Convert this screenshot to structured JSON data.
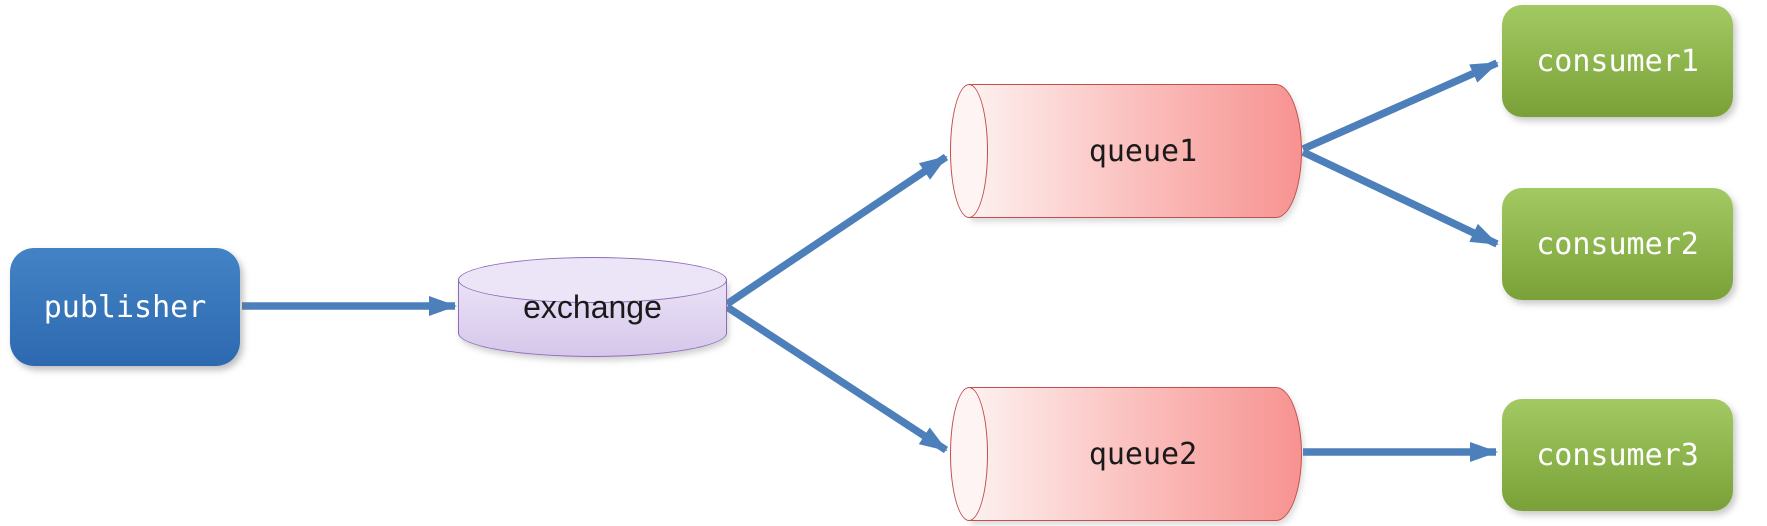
{
  "diagram": {
    "nodes": {
      "publisher": {
        "label": "publisher",
        "shape": "rounded-rect"
      },
      "exchange": {
        "label": "exchange",
        "shape": "cylinder-vertical"
      },
      "queue1": {
        "label": "queue1",
        "shape": "cylinder-horizontal"
      },
      "queue2": {
        "label": "queue2",
        "shape": "cylinder-horizontal"
      },
      "consumer1": {
        "label": "consumer1",
        "shape": "rounded-rect"
      },
      "consumer2": {
        "label": "consumer2",
        "shape": "rounded-rect"
      },
      "consumer3": {
        "label": "consumer3",
        "shape": "rounded-rect"
      }
    },
    "edges": [
      {
        "from": "publisher",
        "to": "exchange"
      },
      {
        "from": "exchange",
        "to": "queue1"
      },
      {
        "from": "exchange",
        "to": "queue2"
      },
      {
        "from": "queue1",
        "to": "consumer1"
      },
      {
        "from": "queue1",
        "to": "consumer2"
      },
      {
        "from": "queue2",
        "to": "consumer3"
      }
    ],
    "colors": {
      "arrow": "#4d80bb",
      "publisher-top": "#4383c5",
      "publisher-bottom": "#2d69b0",
      "exchange-fill-top": "#ebe3f7",
      "exchange-fill-bottom": "#d5c7ea",
      "exchange-top-fill": "#ece5f7",
      "exchange-border": "#8e6cb8",
      "queue-left": "#fdf1f0",
      "queue-mid": "#fabbb9",
      "queue-right": "#f79391",
      "queue-cap": "#fdf4f3",
      "queue-border": "#c0504d",
      "consumer-top": "#a3ca62",
      "consumer-bottom": "#79a138",
      "text-light": "#ffffff",
      "text-dark": "#1a1a1a"
    }
  }
}
